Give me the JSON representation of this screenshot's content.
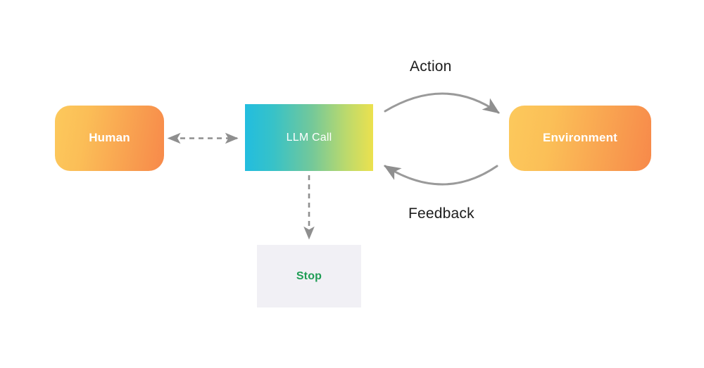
{
  "diagram": {
    "title": "Agent loop: Human, LLM Call, Environment, Stop",
    "background_color": "#ffffff",
    "nodes": [
      {
        "id": "human",
        "label": "Human",
        "shape": "rounded-rect",
        "text_color": "#ffffff",
        "gradient_from": "#fcc95c",
        "gradient_to": "#f7894a"
      },
      {
        "id": "llm_call",
        "label": "LLM Call",
        "shape": "rect",
        "text_color": "#ffffff",
        "gradient_from": "#22bddf",
        "gradient_mid": "#73c89a",
        "gradient_to": "#ece14e"
      },
      {
        "id": "environment",
        "label": "Environment",
        "shape": "rounded-rect",
        "text_color": "#ffffff",
        "gradient_from": "#fcc95c",
        "gradient_to": "#f7894a"
      },
      {
        "id": "stop",
        "label": "Stop",
        "shape": "rect",
        "text_color": "#1f9d55",
        "fill": "#f1f0f5"
      }
    ],
    "edges": [
      {
        "id": "human-llm",
        "from": "human",
        "to": "llm_call",
        "label": "",
        "style": "dashed",
        "arrowheads": "both",
        "color": "#8f8f8f"
      },
      {
        "id": "llm-environment",
        "from": "llm_call",
        "to": "environment",
        "label": "Action",
        "style": "solid-arc",
        "arrowheads": "end",
        "color": "#8f8f8f"
      },
      {
        "id": "environment-llm",
        "from": "environment",
        "to": "llm_call",
        "label": "Feedback",
        "style": "solid-arc",
        "arrowheads": "end",
        "color": "#8f8f8f"
      },
      {
        "id": "llm-stop",
        "from": "llm_call",
        "to": "stop",
        "label": "",
        "style": "dashed",
        "arrowheads": "end",
        "color": "#8f8f8f"
      }
    ],
    "arc_label_color": "#1c1c1c"
  }
}
